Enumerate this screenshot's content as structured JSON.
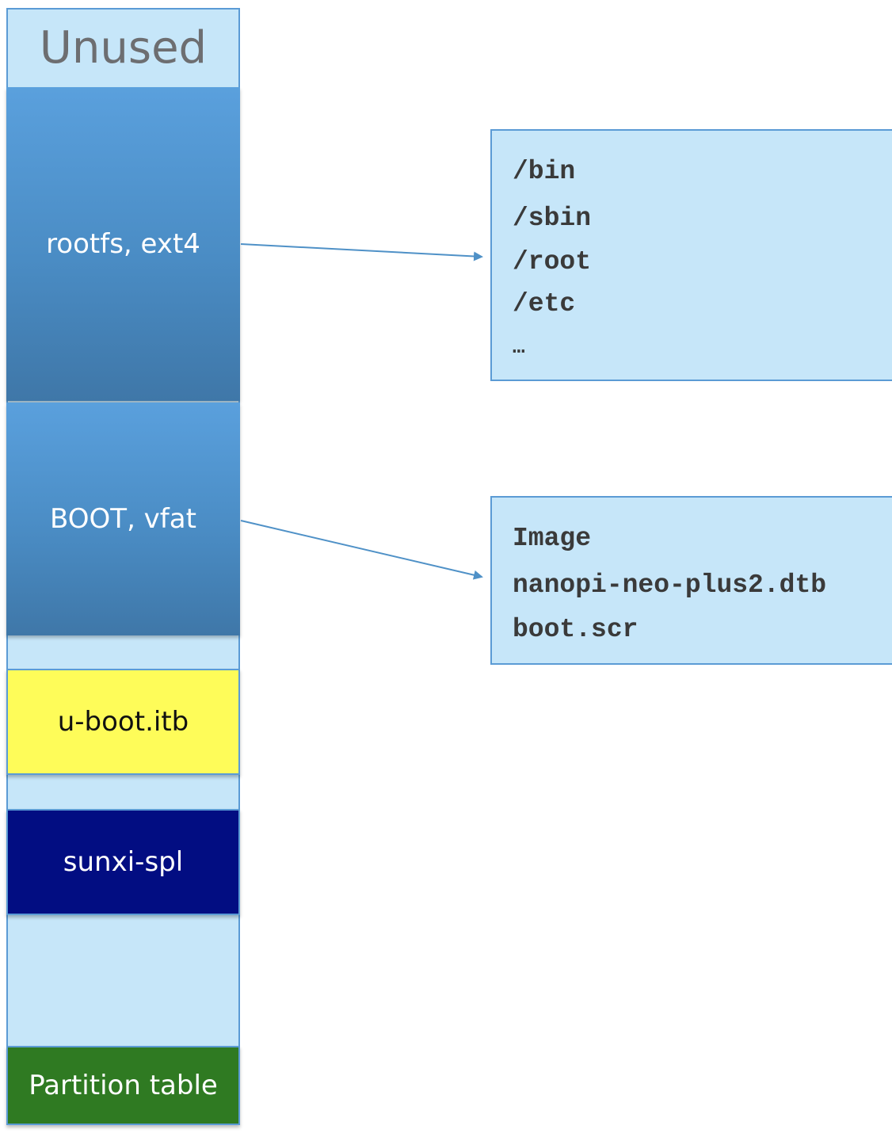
{
  "disk_column": {
    "unused_label": "Unused",
    "rootfs_label": "rootfs, ext4",
    "boot_label": "BOOT, vfat",
    "uboot_label": "u-boot.itb",
    "spl_label": "sunxi-spl",
    "partition_table_label": "Partition table"
  },
  "rootfs_contents": [
    "/bin",
    "/sbin",
    "/root",
    "/etc",
    "…"
  ],
  "boot_contents": [
    "Image",
    "nanopi-neo-plus2.dtb",
    "boot.scr"
  ],
  "colors": {
    "column_background": "#c6e6f9",
    "partition_blue": "#4a8cc4",
    "uboot_yellow": "#fefc59",
    "spl_navy": "#020d82",
    "partition_table_green": "#2f7a22",
    "arrow": "#4f91c7"
  }
}
